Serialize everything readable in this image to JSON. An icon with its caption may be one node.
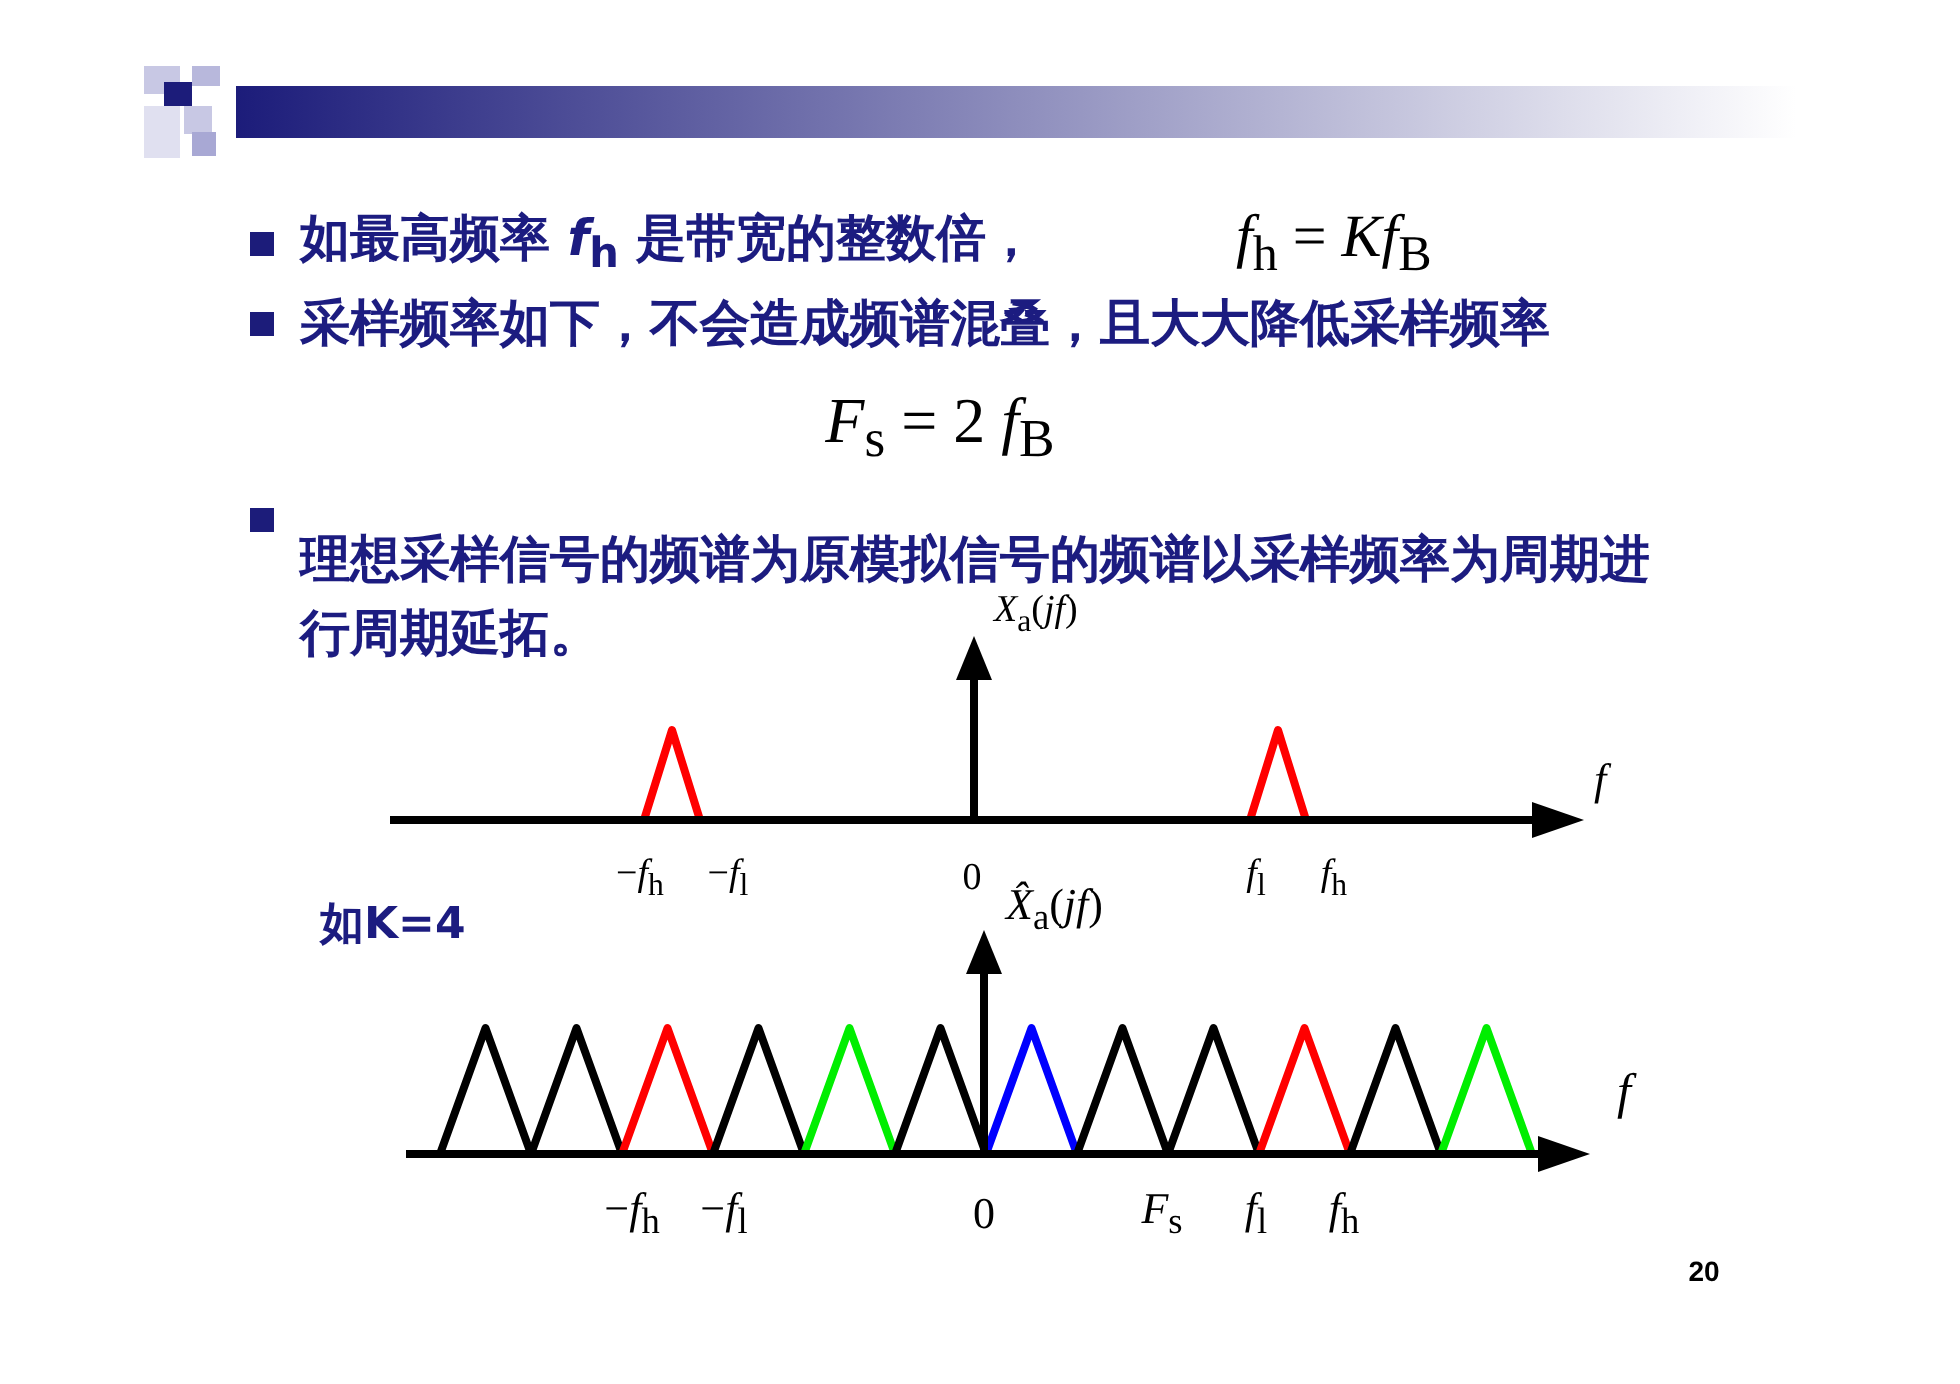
{
  "diagram": {
    "labels": [
      "如最高频率 *f*$_{h}$ 是带宽的整数倍，",
      "*f*$_{h}$ = *Kf*$_{B}$",
      "采样频率如下，不会造成频谱混叠，且大大降低采样频率",
      "*F*$_{s}$ = 2 *f*$_{B}$",
      "理想采样信号的频谱为原模拟信号的频谱以采样频率为周期进行周期延拓。",
      "*X*$_{a}$(*jf*)",
      "*f*",
      "−*f*$_{h}$",
      "−*f*$_{l}$",
      "0",
      "*f*$_{l}$",
      "*f*$_{h}$",
      "如K=4",
      "*X̂*$_{a}$(*jf*)",
      "*f*",
      "−*f*$_{h}$",
      "−*f*$_{l}$",
      "0",
      "*F*$_{s}$",
      "*f*$_{l}$",
      "*f*$_{h}$",
      "20"
    ]
  }
}
